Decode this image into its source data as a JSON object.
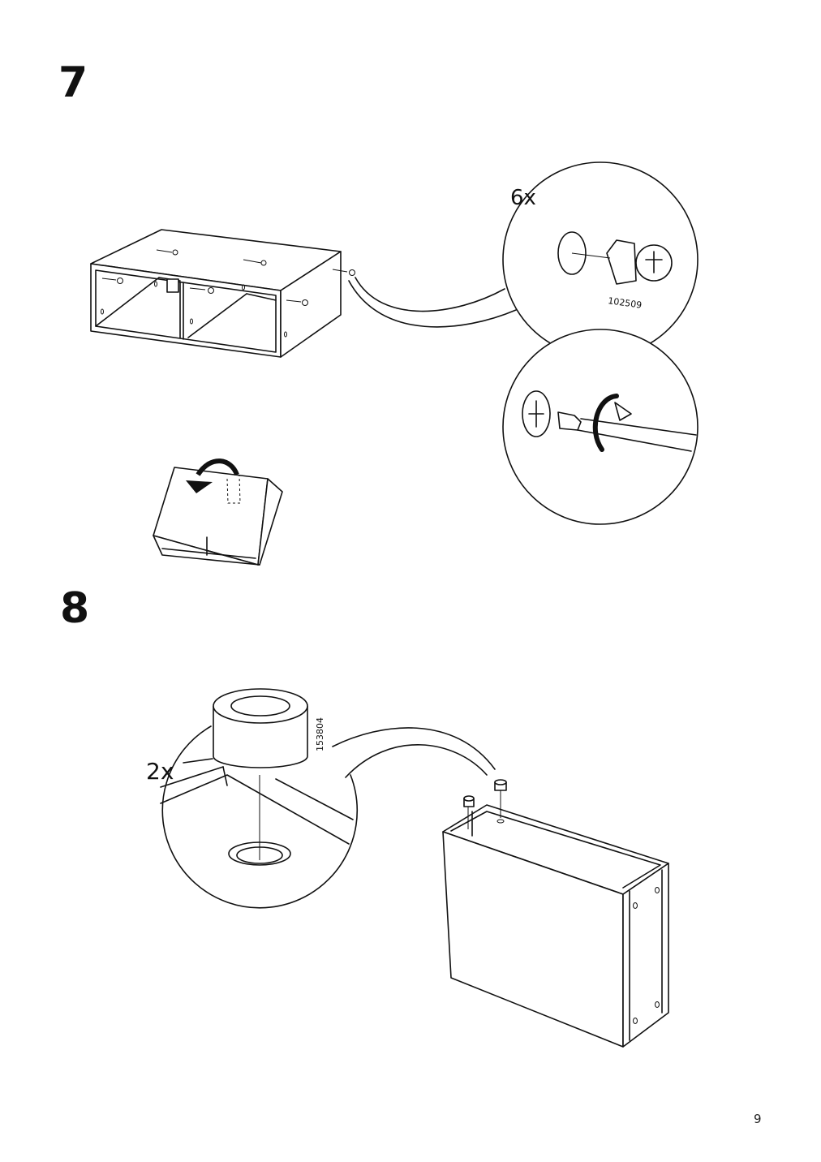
{
  "steps": [
    {
      "number": "7",
      "detail_quantity": "6x",
      "part_number": "102509"
    },
    {
      "number": "8",
      "detail_quantity": "2x",
      "part_number": "153804"
    }
  ],
  "page_number": "9"
}
